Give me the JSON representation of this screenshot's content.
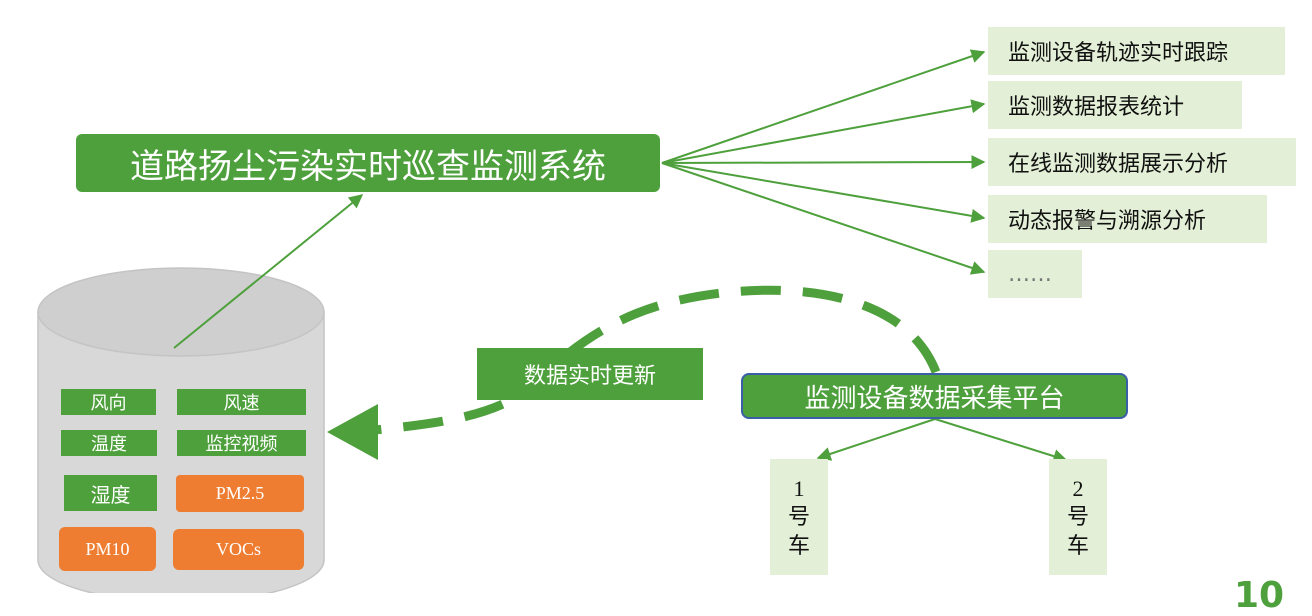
{
  "main_title": "道路扬尘污染实时巡查监测系统",
  "features": [
    "监测设备轨迹实时跟踪",
    "监测数据报表统计",
    "在线监测数据展示分析",
    "动态报警与溯源分析",
    "……"
  ],
  "update_label": "数据实时更新",
  "platform": "监测设备数据采集平台",
  "cars": [
    {
      "num": "1",
      "chars": [
        "号",
        "车"
      ]
    },
    {
      "num": "2",
      "chars": [
        "号",
        "车"
      ]
    }
  ],
  "sensors": [
    "风向",
    "风速",
    "温度",
    "监控视频",
    "湿度",
    "PM2.5",
    "PM10",
    "VOCs"
  ],
  "page_number": "10",
  "colors": {
    "green": "#4ea03c",
    "light_green": "#e3efd6",
    "orange": "#ee7d31",
    "platform_border": "#3a5fa6",
    "cylinder": "#d8d8d8"
  }
}
